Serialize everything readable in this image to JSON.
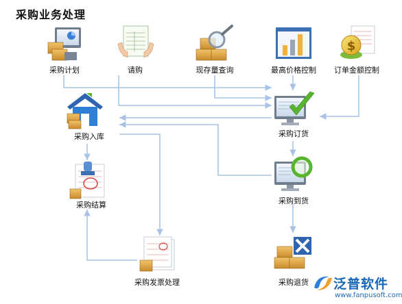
{
  "title": "采购业务处理",
  "nodes": {
    "plan": "采购计划",
    "request": "请购",
    "stock_query": "现存量查询",
    "max_price": "最高价格控制",
    "order_amount": "订单金额控制",
    "order": "采购订货",
    "arrival": "采购到货",
    "warehouse": "采购入库",
    "settlement": "采购结算",
    "invoice": "采购发票处理",
    "return": "采购退货"
  },
  "logo": {
    "brand": "泛普软件",
    "url": "www.fanpusoft.com"
  },
  "colors": {
    "connector": "#a9c3e6",
    "brand": "#1a67b8",
    "check": "#58b52f"
  }
}
